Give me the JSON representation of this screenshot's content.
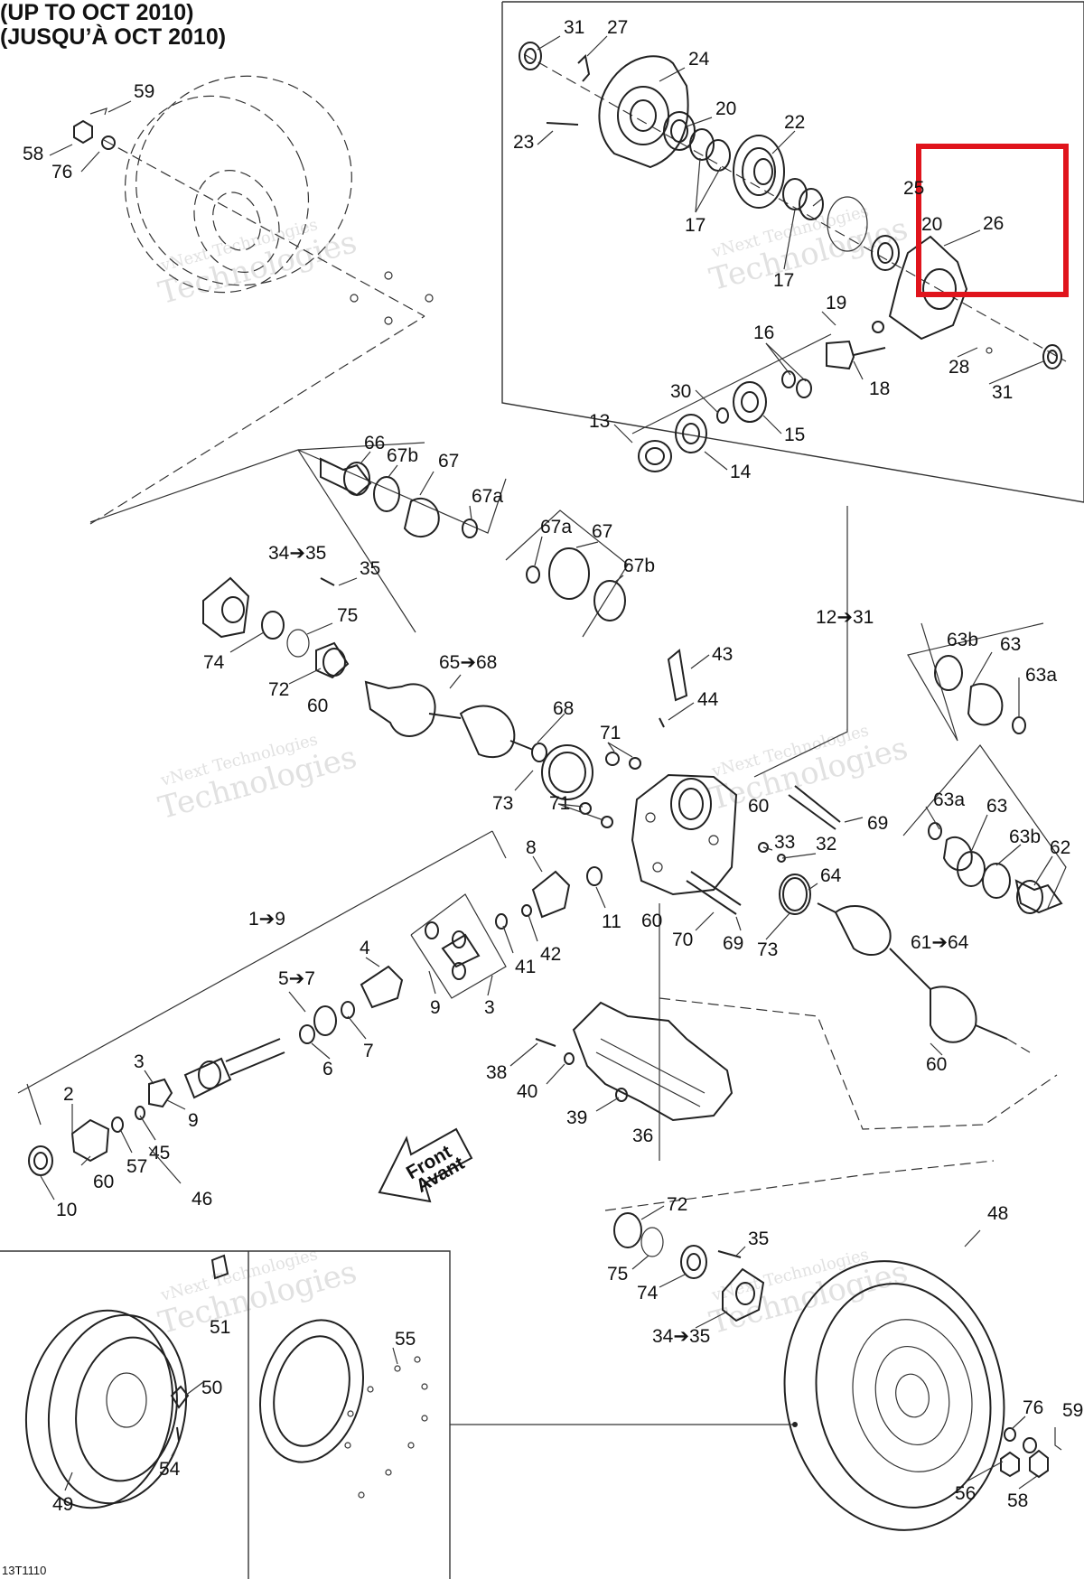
{
  "header": {
    "title_en": "(UP TO OCT 2010)",
    "title_fr": "(JUSQU’À OCT 2010)"
  },
  "diagram_code": "13T1110",
  "watermark": {
    "line1": "vNext Technologies",
    "line2": "Technologies"
  },
  "front_arrow": {
    "line1": "Front",
    "line2": "Avant"
  },
  "highlight_color": "#e0141c",
  "part_labels": {
    "l1": "31",
    "l2": "27",
    "l3": "24",
    "l4": "20",
    "l5": "22",
    "l6": "23",
    "l7": "17",
    "l8": "25",
    "l9": "20",
    "l10": "26",
    "l11": "17",
    "l12": "19",
    "l13": "16",
    "l14": "28",
    "l15": "31",
    "l16": "30",
    "l17": "18",
    "l18": "13",
    "l19": "15",
    "l20": "14",
    "l21": "59",
    "l22": "58",
    "l23": "76",
    "l24": "66",
    "l25": "67b",
    "l26": "67",
    "l27": "67a",
    "l28": "67a",
    "l29": "67",
    "l30": "67b",
    "l31": "34➔35",
    "l32": "35",
    "l33": "75",
    "l34": "74",
    "l35": "72",
    "l36": "60",
    "l37": "65➔68",
    "l38": "43",
    "l39": "44",
    "l40": "12➔31",
    "l41": "63b",
    "l42": "63",
    "l43": "63a",
    "l44": "68",
    "l45": "71",
    "l46": "73",
    "l47": "71",
    "l48": "60",
    "l49": "69",
    "l50": "63a",
    "l51": "63",
    "l52": "63b",
    "l53": "62",
    "l54": "8",
    "l55": "33",
    "l56": "32",
    "l57": "64",
    "l58": "1➔9",
    "l59": "11",
    "l60": "60",
    "l61": "42",
    "l62": "41",
    "l63": "70",
    "l64": "69",
    "l65": "73",
    "l66": "61➔64",
    "l67": "4",
    "l68": "5➔7",
    "l69": "9",
    "l70": "3",
    "l71": "6",
    "l72": "7",
    "l73": "38",
    "l74": "40",
    "l75": "60",
    "l76": "3",
    "l77": "2",
    "l78": "9",
    "l79": "39",
    "l80": "36",
    "l81": "45",
    "l82": "57",
    "l83": "60",
    "l84": "46",
    "l85": "10",
    "l86": "72",
    "l87": "35",
    "l88": "48",
    "l89": "75",
    "l90": "74",
    "l91": "34➔35",
    "l92": "51",
    "l93": "55",
    "l94": "50",
    "l95": "54",
    "l96": "49",
    "l97": "76",
    "l98": "59",
    "l99": "56",
    "l100": "58"
  }
}
